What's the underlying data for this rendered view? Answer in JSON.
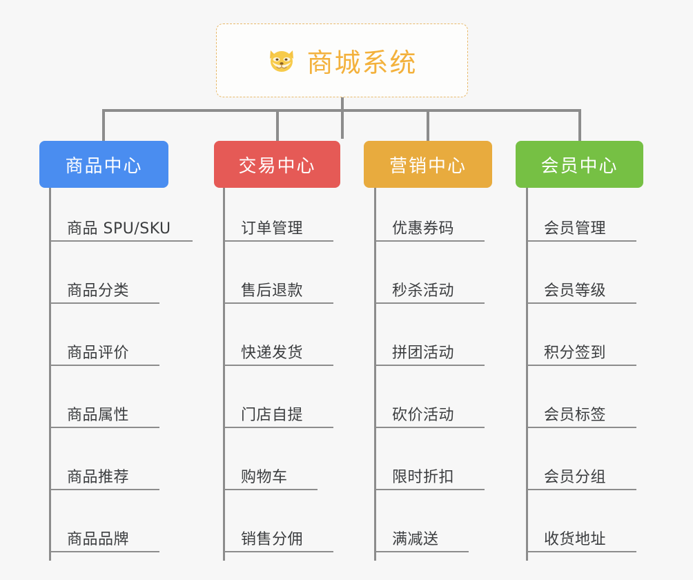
{
  "background_color": "#f7f7f7",
  "connector_color": "#8c8c8c",
  "root": {
    "icon": "shiba-dog-face-icon",
    "icon_glyph": "🐕",
    "title": "商城系统",
    "title_color": "#f3b13c",
    "border_color": "#e8b96a"
  },
  "categories": [
    {
      "label": "商品中心",
      "color": "#4a8df0",
      "items": [
        "商品 SPU/SKU",
        "商品分类",
        "商品评价",
        "商品属性",
        "商品推荐",
        "商品品牌"
      ]
    },
    {
      "label": "交易中心",
      "color": "#e55a56",
      "items": [
        "订单管理",
        "售后退款",
        "快递发货",
        "门店自提",
        "购物车",
        "销售分佣"
      ]
    },
    {
      "label": "营销中心",
      "color": "#e8ab3e",
      "items": [
        "优惠券码",
        "秒杀活动",
        "拼团活动",
        "砍价活动",
        "限时折扣",
        "满减送"
      ]
    },
    {
      "label": "会员中心",
      "color": "#76c044",
      "items": [
        "会员管理",
        "会员等级",
        "积分签到",
        "会员标签",
        "会员分组",
        "收货地址"
      ]
    }
  ]
}
